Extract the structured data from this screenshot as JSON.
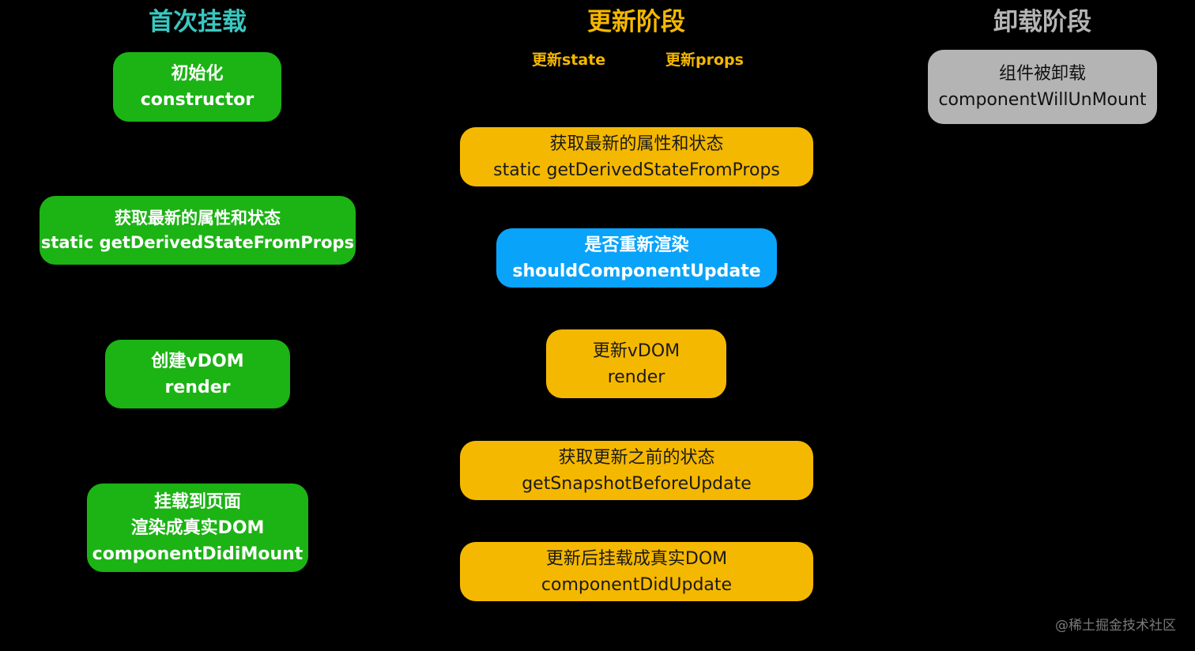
{
  "columns": {
    "mount": {
      "title": "首次挂载",
      "color": "#3ac7c0"
    },
    "update": {
      "title": "更新阶段",
      "color": "#f5b800",
      "triggers": [
        "更新state",
        "更新props"
      ]
    },
    "unmount": {
      "title": "卸载阶段",
      "color": "#b4b4b4"
    }
  },
  "mount_boxes": [
    {
      "lines": [
        "初始化",
        "constructor"
      ]
    },
    {
      "lines": [
        "获取最新的属性和状态",
        "static getDerivedStateFromProps"
      ]
    },
    {
      "lines": [
        "创建vDOM",
        "render"
      ]
    },
    {
      "lines": [
        "挂载到页面",
        "渲染成真实DOM",
        "componentDidiMount"
      ]
    }
  ],
  "update_boxes": [
    {
      "lines": [
        "获取最新的属性和状态",
        "static getDerivedStateFromProps"
      ]
    },
    {
      "lines": [
        "是否重新渲染",
        "shouldComponentUpdate"
      ]
    },
    {
      "lines": [
        "更新vDOM",
        "render"
      ]
    },
    {
      "lines": [
        "获取更新之前的状态",
        "getSnapshotBeforeUpdate"
      ]
    },
    {
      "lines": [
        "更新后挂载成真实DOM",
        "componentDidUpdate"
      ]
    }
  ],
  "unmount_boxes": [
    {
      "lines": [
        "组件被卸载",
        "componentWillUnMount"
      ]
    }
  ],
  "colors": {
    "green": "#1cb315",
    "yellow": "#f5b800",
    "blue": "#0aa3fa",
    "gray": "#b4b4b4"
  },
  "watermark": "@稀土掘金技术社区"
}
